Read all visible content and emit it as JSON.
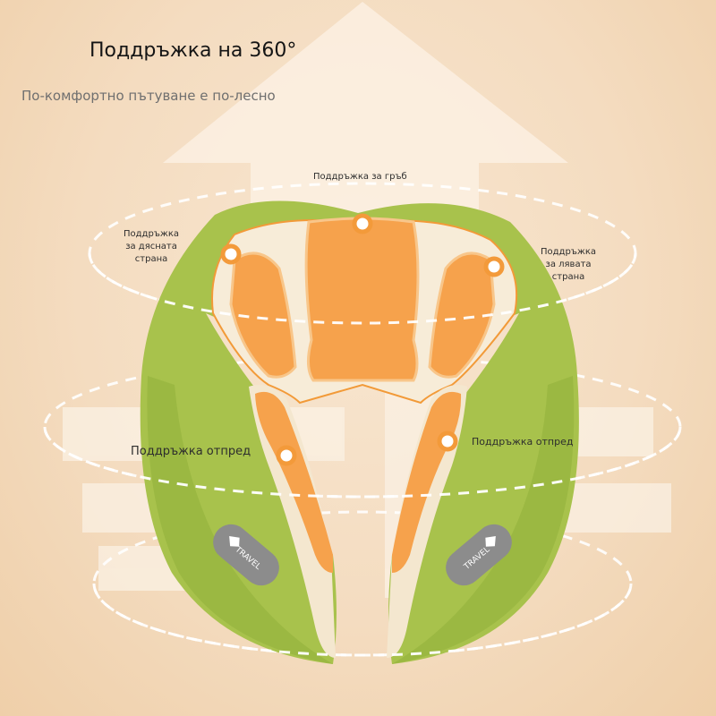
{
  "header": {
    "title": "Поддръжка на 360°",
    "subtitle": "По-комфортно пътуване е по-лесно"
  },
  "callouts": {
    "back": "Поддръжка за гръб",
    "right_side": [
      "Поддръжка",
      "за дясната",
      "страна"
    ],
    "left_side": [
      "Поддръжка",
      "за лявата",
      "страна"
    ],
    "front_left": "Поддръжка отпред",
    "front_right": "Поддръжка отпред"
  },
  "badges": {
    "left": "TRAVEL",
    "right": "TRAVEL"
  },
  "colors": {
    "background": "#f4dcc0",
    "pillow_green": "#a8c24c",
    "pillow_dark": "#8fae3a",
    "cushion_orange": "#f6a24c",
    "lining": "#f7ecd8",
    "dot": "#f39a3a",
    "badge": "#8c8c8c"
  },
  "icons": [
    "big-arrow-icon",
    "fox-logo-icon"
  ]
}
